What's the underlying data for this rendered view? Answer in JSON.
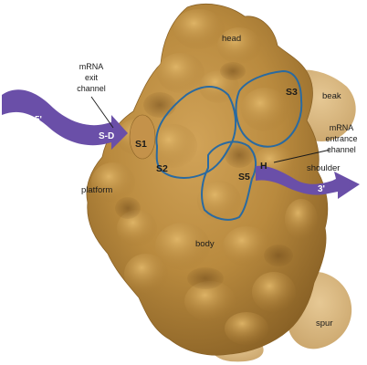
{
  "labels": {
    "head": "head",
    "beak": "beak",
    "shoulder": "shoulder",
    "platform": "platform",
    "body": "body",
    "spur": "spur",
    "exit_channel": [
      "mRNA",
      "exit",
      "channel"
    ],
    "entrance_channel": [
      "mRNA",
      "entrance",
      "channel"
    ],
    "S1": "S1",
    "S2": "S2",
    "S3": "S3",
    "S5": "S5",
    "H": "H",
    "SD": "S-D",
    "five_prime": "5'",
    "three_prime": "3'"
  },
  "colors": {
    "ribosome_front": "#b98a3e",
    "ribosome_back": "#d9b57c",
    "ribosome_shadow": "#7a5420",
    "protein_outline": "#2a6aa0",
    "mrna_arrow": "#6a4fa8",
    "arrow_text": "#ffffff"
  }
}
